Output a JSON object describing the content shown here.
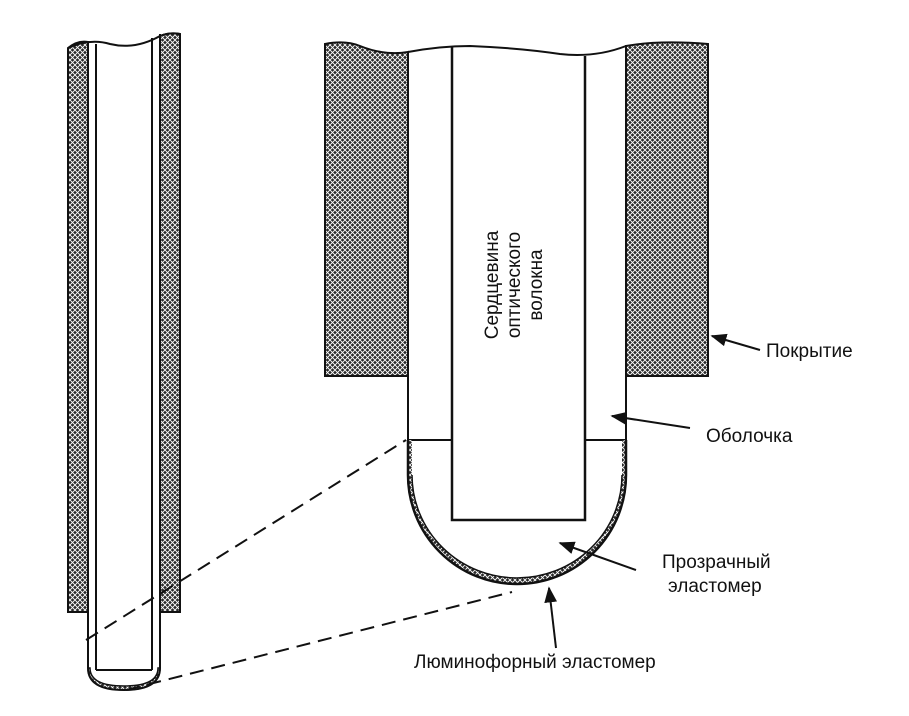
{
  "labels": {
    "core_line1": "Сердцевина",
    "core_line2": "оптического",
    "core_line3": "волокна",
    "coating": "Покрытие",
    "cladding": "Оболочка",
    "transparent_line1": "Прозрачный",
    "transparent_line2": "эластомер",
    "phosphor": "Люминофорный эластомер"
  },
  "colors": {
    "ink": "#111111",
    "paper": "#ffffff"
  }
}
